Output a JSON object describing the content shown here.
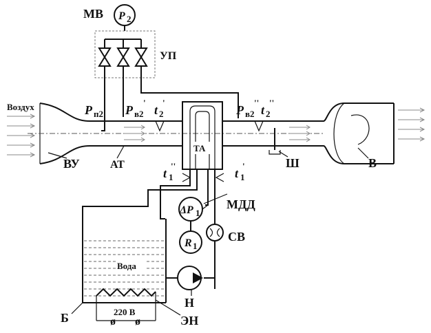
{
  "labels": {
    "mv": "МВ",
    "p2": "P",
    "p2_sub": "2",
    "up": "УП",
    "air": "Воздух",
    "pp2_left": "P",
    "pp2_left_sub": "п2",
    "pv2_mid": "P",
    "pv2_mid_sub": "в2",
    "pv2_mid_sup": "'",
    "t2_mid": "t",
    "t2_mid_sub": "2",
    "t2_mid_sup": "'",
    "pv2_right": "P",
    "pv2_right_sub": "в2",
    "pv2_right_sup": "''",
    "t2_right": "t",
    "t2_right_sub": "2",
    "t2_right_sup": "''",
    "ta": "ТА",
    "vu": "ВУ",
    "at": "АТ",
    "t1_left": "t",
    "t1_left_sub": "1",
    "t1_left_sup": "''",
    "t1_right": "t",
    "t1_right_sub": "1",
    "t1_right_sup": "'",
    "sh": "Ш",
    "v": "В",
    "dp1": "ΔP",
    "dp1_sub": "1",
    "mdd": "МДД",
    "r1": "R",
    "r1_sub": "1",
    "sv": "СВ",
    "water": "Вода",
    "n": "Н",
    "b": "Б",
    "voltage": "220 В",
    "en": "ЭН",
    "phi1": "ø",
    "phi2": "ø"
  }
}
